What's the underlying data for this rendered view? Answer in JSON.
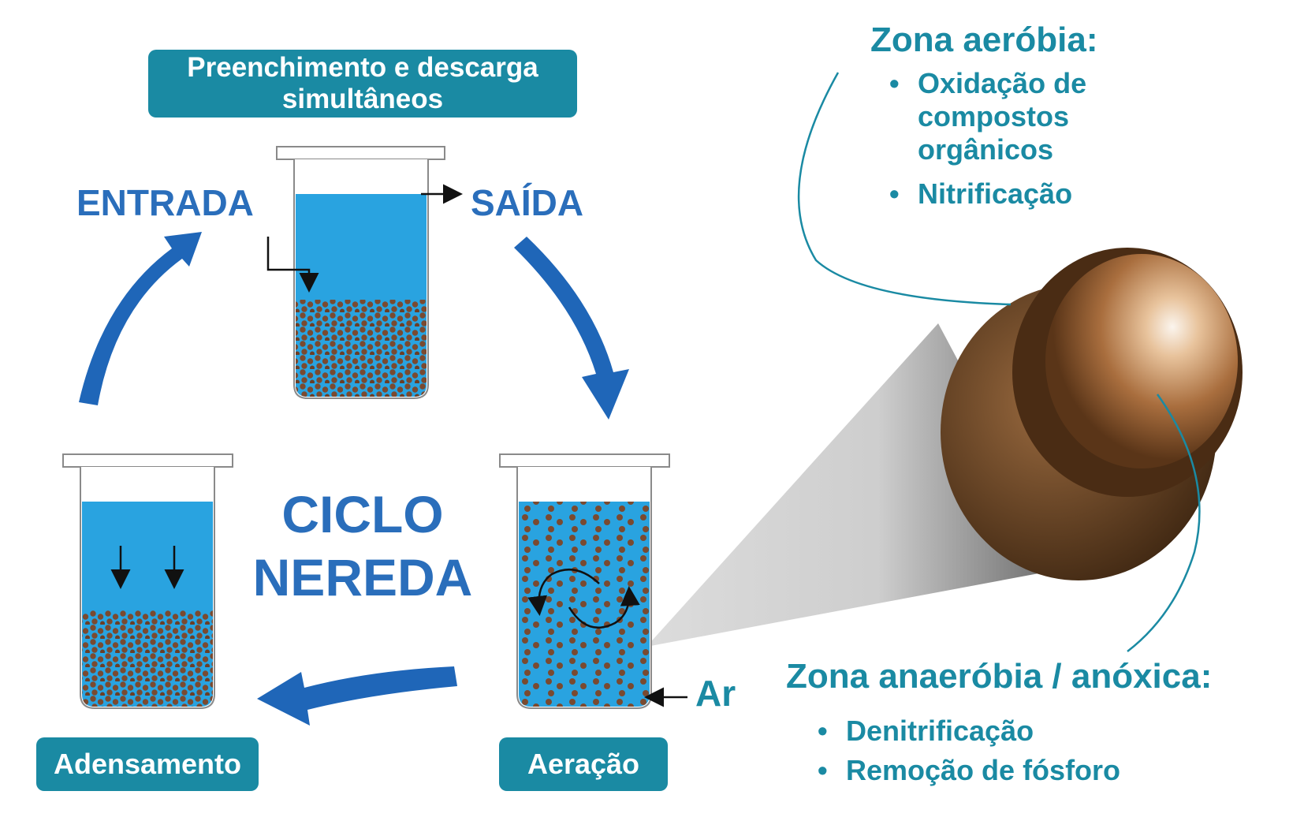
{
  "steps": {
    "fill_discharge": "Preenchimento e descarga simultâneos",
    "settling": "Adensamento",
    "aeration": "Aeração"
  },
  "flow": {
    "inlet": "ENTRADA",
    "outlet": "SAÍDA",
    "air": "Ar"
  },
  "cycle": {
    "line1": "CICLO",
    "line2": "NEREDA"
  },
  "granule": {
    "aerobic_zone": {
      "title": "Zona aeróbia:",
      "items": [
        "Oxidação de compostos orgânicos",
        "Nitrificação"
      ]
    },
    "anaerobic_zone": {
      "title": "Zona anaeróbia / anóxica:",
      "items": [
        "Denitrificação",
        "Remoção de fósforo"
      ]
    }
  },
  "colors": {
    "label_box": "#1a8aa3",
    "blue_text": "#2a6ebb",
    "water": "#29a3e0",
    "granule_dot": "#7a4a30",
    "cycle_arrow": "#1f66b8"
  }
}
